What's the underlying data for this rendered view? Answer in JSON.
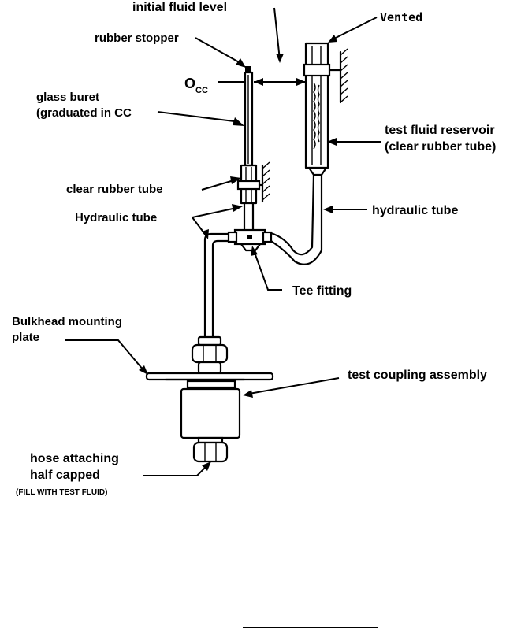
{
  "labels": {
    "initial_fluid_level": "initial fluid level",
    "vented": "Vented",
    "rubber_stopper": "rubber stopper",
    "occ_main": "O",
    "occ_sub": "CC",
    "glass_buret_1": "glass buret",
    "glass_buret_2": "(graduated in CC",
    "test_fluid_reservoir_1": "test fluid reservoir",
    "test_fluid_reservoir_2": "(clear rubber tube)",
    "clear_rubber_tube": "clear rubber tube",
    "hydraulic_tube_left": "Hydraulic tube",
    "hydraulic_tube_right": "hydraulic tube",
    "tee_fitting": "Tee fitting",
    "bulkhead_1": "Bulkhead mounting",
    "bulkhead_2": "plate",
    "test_coupling_assembly": "test coupling assembly",
    "hose_attaching_1": "hose attaching",
    "hose_attaching_2": "half capped",
    "fill_note": "(FILL WITH TEST FLUID)"
  },
  "icons": {
    "arrowhead": "arrowhead-icon",
    "hatch": "hatch-mount-icon"
  }
}
